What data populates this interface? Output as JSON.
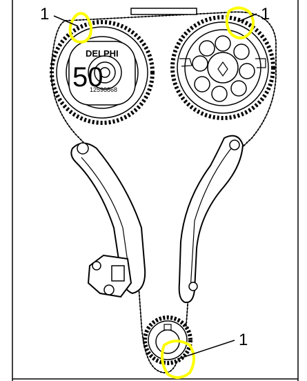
{
  "figure": {
    "callouts": [
      {
        "id": "top-left",
        "label": "1"
      },
      {
        "id": "top-right",
        "label": "1"
      },
      {
        "id": "bottom",
        "label": "1"
      }
    ],
    "sprocket_markings": {
      "brand": "DELPHI",
      "number": "50",
      "part_number": "12598868"
    },
    "colors": {
      "highlight": "#ffff00",
      "line": "#000000",
      "background": "#ffffff"
    }
  }
}
